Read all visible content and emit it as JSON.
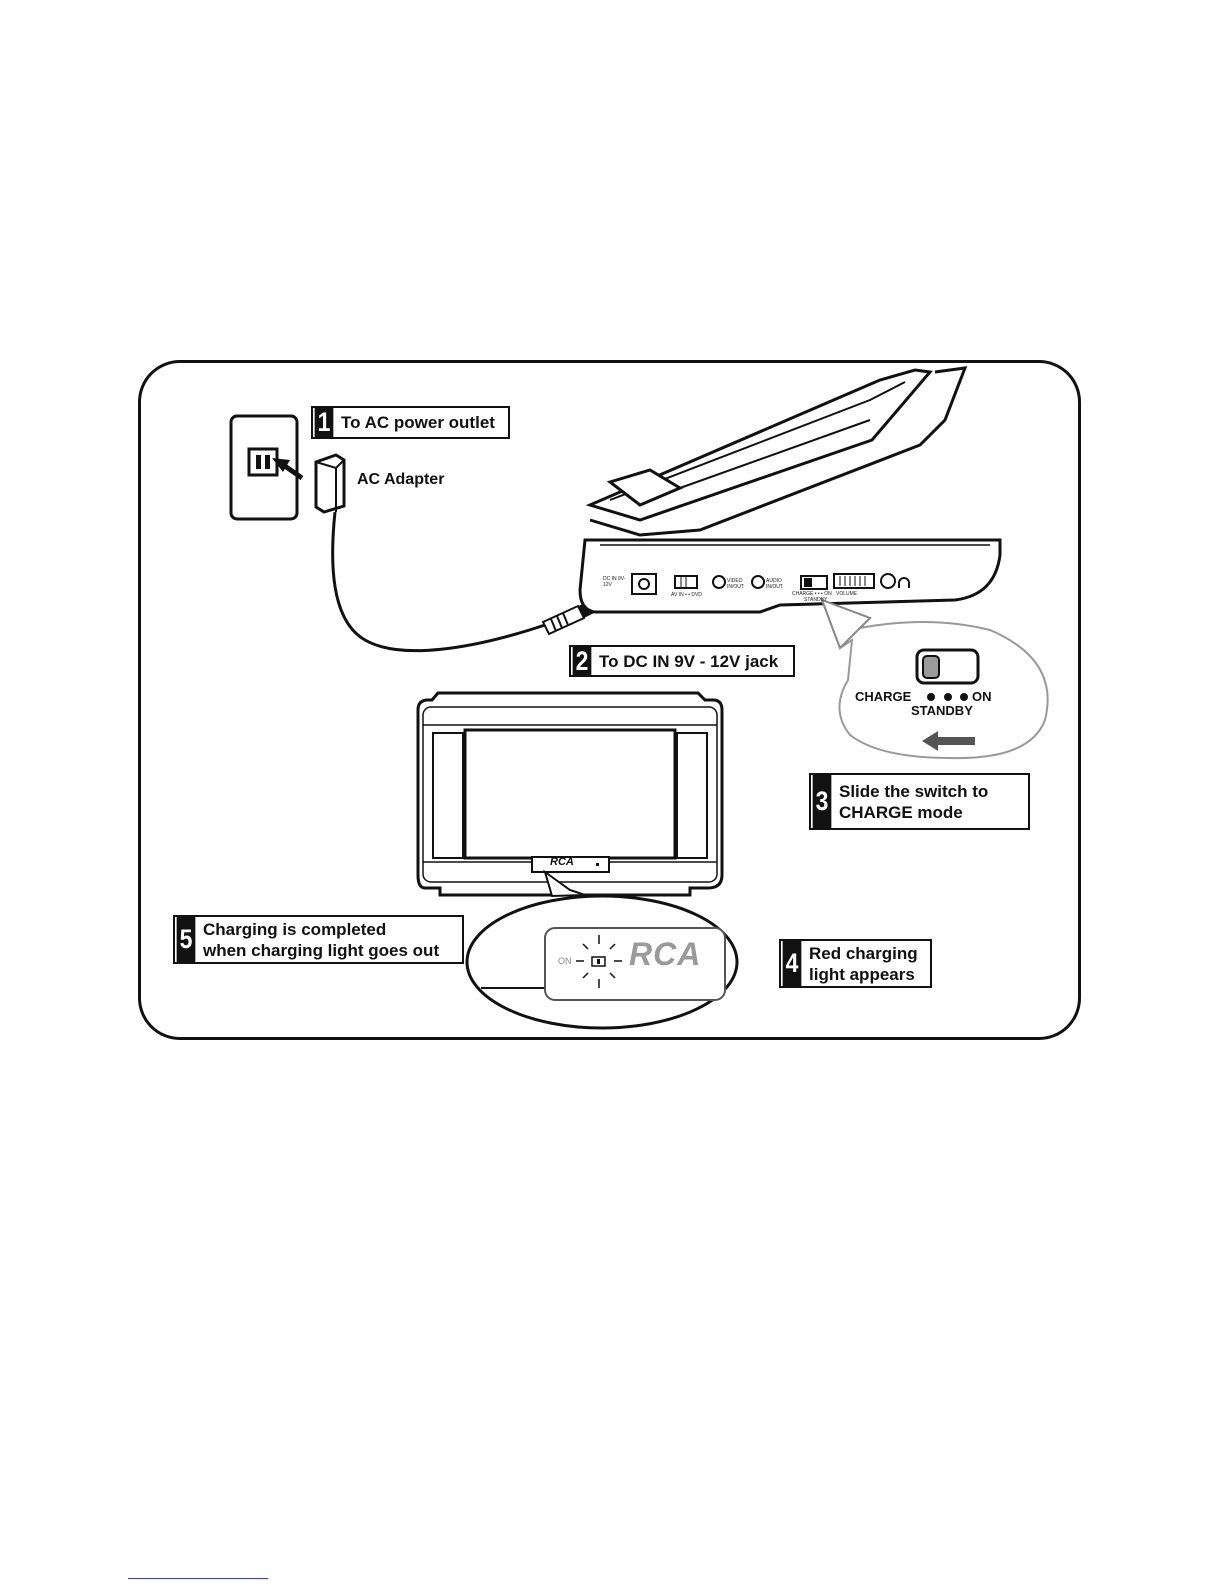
{
  "steps": [
    {
      "number": "1",
      "text": "To AC power outlet"
    },
    {
      "number": "2",
      "text": "To DC IN 9V - 12V jack"
    },
    {
      "number": "3",
      "text": "Slide the switch to\nCHARGE  mode"
    },
    {
      "number": "4",
      "text": "Red charging\nlight appears"
    },
    {
      "number": "5",
      "text": "Charging is completed\nwhen charging light goes out"
    }
  ],
  "labels": {
    "ac_adapter": "AC Adapter",
    "switch_charge": "CHARGE",
    "switch_on": "ON",
    "switch_standby": "STANDBY",
    "brand": "RCA",
    "on_indicator": "ON"
  },
  "panel_labels": {
    "dc_in": "DC IN 9V-12V",
    "av_switch": "AV IN • • DVD",
    "video": "VIDEO IN/OUT",
    "audio": "AUDIO IN/OUT",
    "charge_switch": "CHARGE • • • ON",
    "standby": "STANDBY",
    "volume": "VOLUME"
  },
  "icons": [
    "power-outlet-icon",
    "ac-adapter-icon",
    "arrow-icon",
    "headphone-icon",
    "sun-light-icon"
  ]
}
